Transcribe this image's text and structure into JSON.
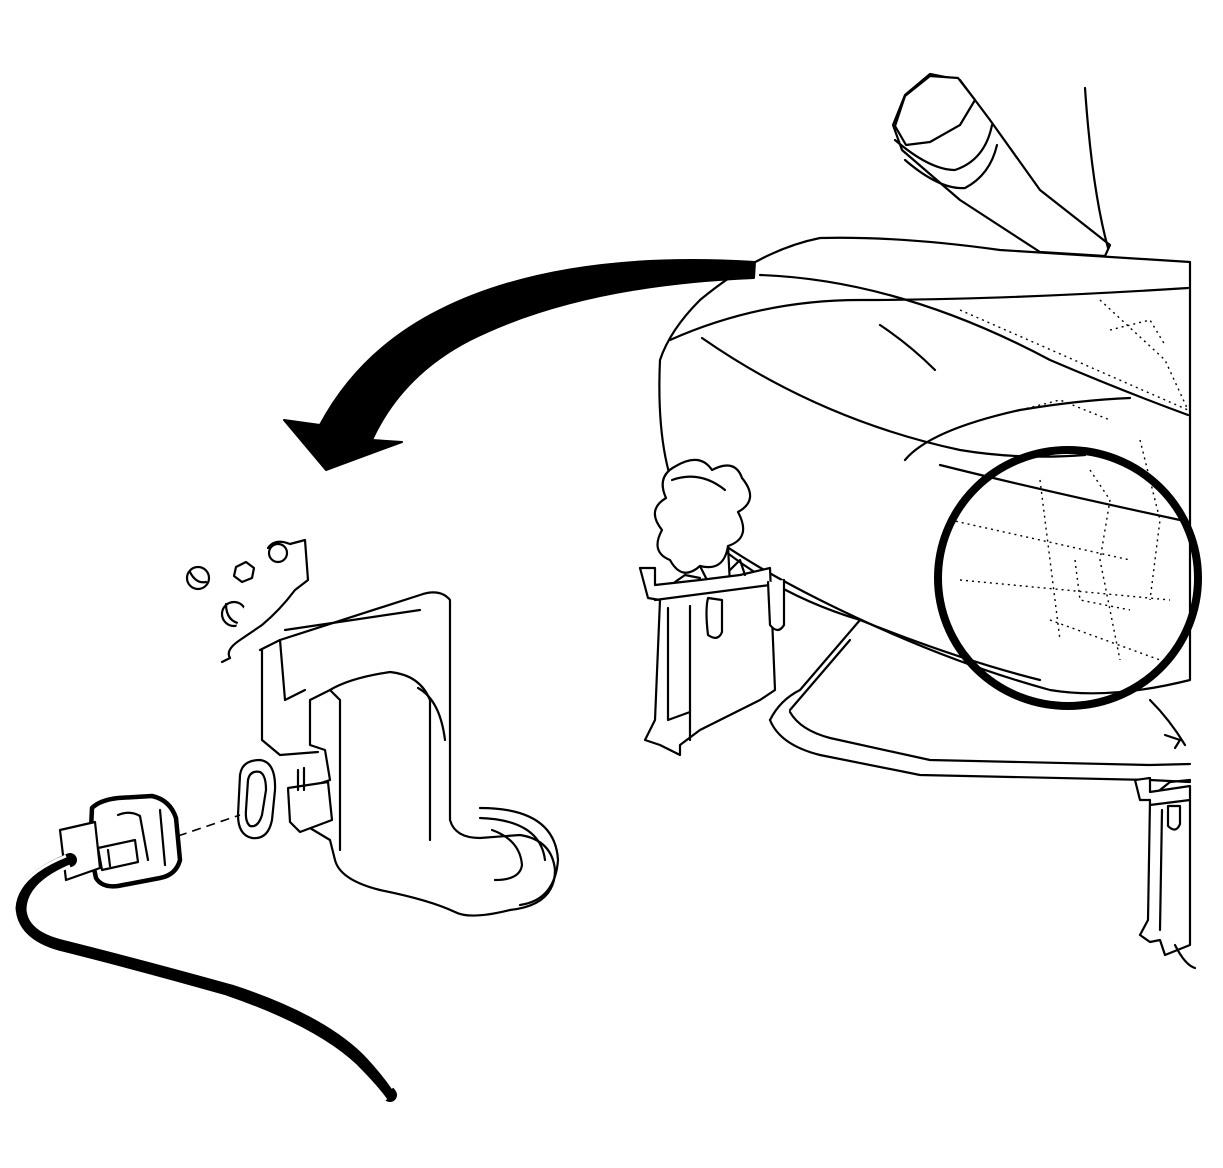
{
  "figure": {
    "background_color": "#ffffff",
    "line_color": "#000000",
    "components": [
      {
        "id": "steering-column-cover",
        "icon": "steering-column-cover-icon"
      },
      {
        "id": "turn-signal-lever",
        "icon": "lever-icon"
      },
      {
        "id": "tilt-knob",
        "icon": "knob-icon"
      },
      {
        "id": "mounting-brackets",
        "icon": "bracket-icon"
      },
      {
        "id": "detail-circle",
        "icon": "magnify-circle-icon"
      },
      {
        "id": "removal-arrow",
        "icon": "curved-arrow-icon"
      },
      {
        "id": "sensor-bracket",
        "icon": "bracket-icon"
      },
      {
        "id": "electrical-connector",
        "icon": "connector-icon"
      },
      {
        "id": "wiring-harness",
        "icon": "wire-icon"
      }
    ]
  }
}
